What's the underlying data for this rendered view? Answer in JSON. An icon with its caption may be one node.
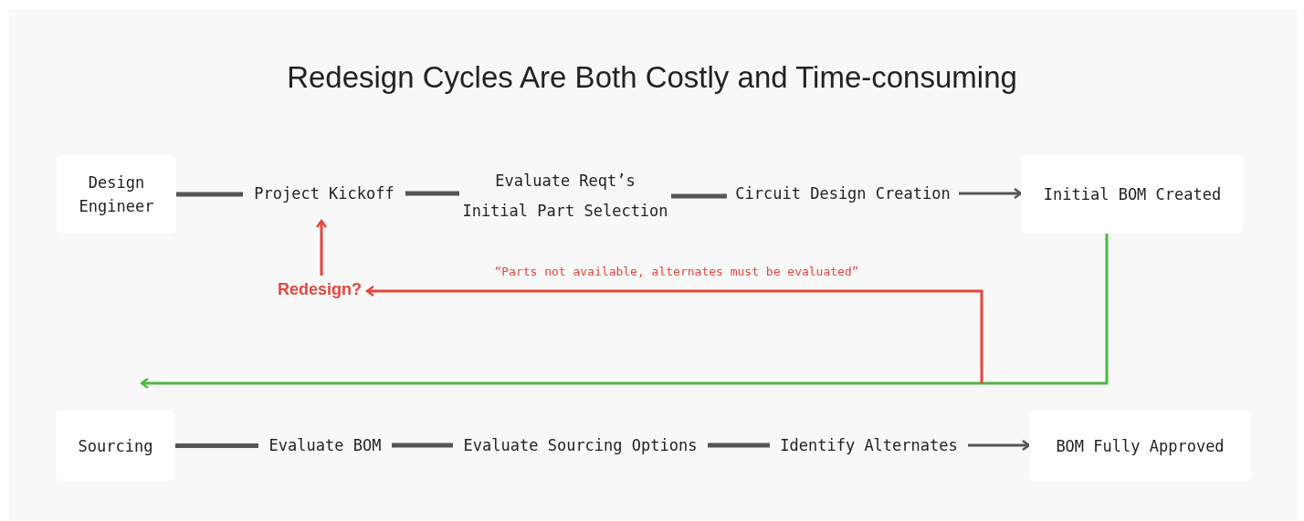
{
  "diagram": {
    "title": "Redesign Cycles Are Both Costly and Time-consuming",
    "nodes": [
      {
        "text": [
          "Design Engineer"
        ]
      },
      {
        "text": [
          "Project Kickoff"
        ]
      },
      {
        "text": [
          "Evaluate Reqt’s Initial Part Selection"
        ]
      },
      {
        "text": [
          "Circuit Design Creation"
        ]
      },
      {
        "text": [
          "Initial BOM Created"
        ]
      },
      {
        "text": [
          "Redesign?"
        ]
      },
      {
        "text": [
          "Sourcing"
        ]
      },
      {
        "text": [
          "Evaluate BOM"
        ]
      },
      {
        "text": [
          "Evaluate Sourcing Options"
        ]
      },
      {
        "text": [
          "Identify Alternates"
        ]
      },
      {
        "text": [
          "BOM Fully Approved"
        ]
      }
    ],
    "edges": [
      {
        "from": 0,
        "to": 1,
        "arrow": "none"
      },
      {
        "from": 1,
        "to": 2,
        "arrow": "none"
      },
      {
        "from": 2,
        "to": 3,
        "arrow": "none"
      },
      {
        "from": 3,
        "to": 4,
        "arrow": "to"
      },
      {
        "from": 5,
        "to": 1,
        "arrow": "to",
        "color": "#e8453c"
      },
      {
        "from": 4,
        "to": 6,
        "arrow": "to",
        "color": "#4cb944"
      },
      {
        "from": null,
        "to": 5,
        "arrow": "to",
        "color": "#e8453c",
        "label": "“Parts not available, alternates must be evaluated”"
      },
      {
        "from": 6,
        "to": 7,
        "arrow": "none"
      },
      {
        "from": 7,
        "to": 8,
        "arrow": "none"
      },
      {
        "from": 8,
        "to": 9,
        "arrow": "none"
      },
      {
        "from": 9,
        "to": 10,
        "arrow": "to"
      }
    ]
  }
}
